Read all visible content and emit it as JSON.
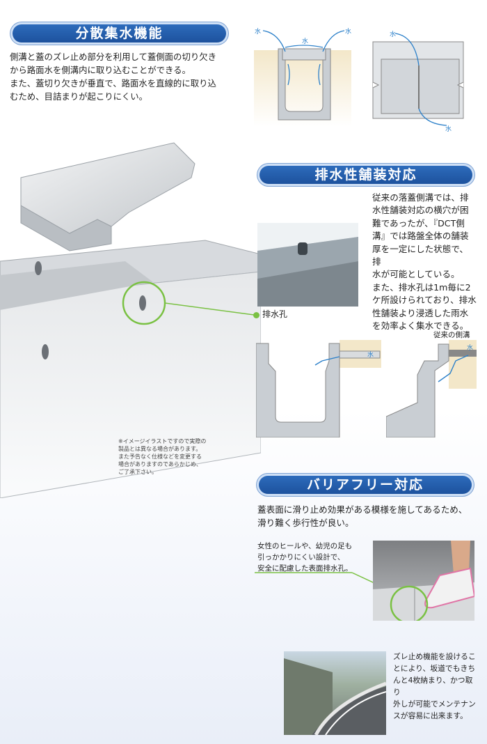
{
  "sections": {
    "dispersed": {
      "title": "分散集水機能",
      "body": "側溝と蓋のズレ止め部分を利用して蓋側面の切り欠き\nから路面水を側溝内に取り込むことができる。\nまた、蓋切り欠きが垂直で、路面水を直線的に取り込\nむため、目詰まりが起こりにくい。"
    },
    "permeable": {
      "title": "排水性舗装対応",
      "body": "従来の落蓋側溝では、排\n水性舗装対応の横穴が困\n難であったが、『DCT側\n溝』では路盤全体の舗装\n厚を一定にした状態で、排\n水が可能としている。\nまた、排水孔は1m毎に2\nケ所設けられており、排水\n性舗装より浸透した雨水\nを効率よく集水できる。",
      "drain_hole_label": "排水孔",
      "conventional_label": "従来の側溝"
    },
    "barrier_free": {
      "title": "バリアフリー対応",
      "body": "蓋表面に滑り止め効果がある模様を施してあるため、\n滑り難く歩行性が良い。",
      "heel_note": "女性のヒールや、幼児の足も\n引っかかりにくい設計で、\n安全に配慮した表面排水孔。",
      "slope_note": "ズレ止め機能を設けるこ\nとにより、坂道でもきち\nんと4枚納まり、かつ取り\n外しが可能でメンテナン\nスが容易に出来ます。"
    }
  },
  "disclaimer": "※イメージイラストですので実際の\n製品とは異なる場合があります。\nまた予告なく仕様などを変更する\n場合がありますのであらかじめ、\nご了承下さい。",
  "water_label": "水",
  "colors": {
    "header_blue": "#1b4f9a",
    "accent_green": "#7ac143",
    "water_blue": "#2a7fc9"
  }
}
